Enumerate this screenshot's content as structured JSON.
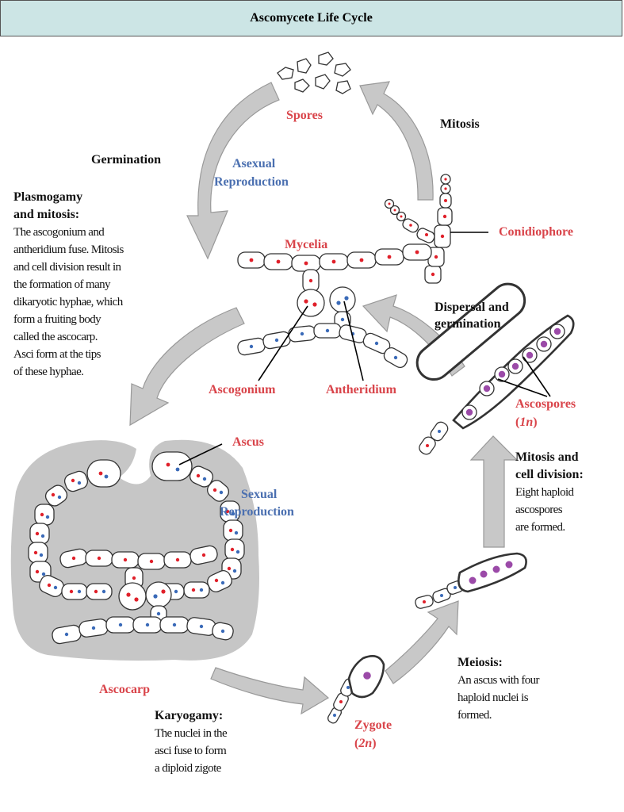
{
  "title": "Ascomycete Life Cycle",
  "labels": {
    "spores": "Spores",
    "mitosis": "Mitosis",
    "germination": "Germination",
    "asexual_1": "Asexual",
    "asexual_2": "Reproduction",
    "mycelia": "Mycelia",
    "conidiophore": "Conidiophore",
    "dispersal_1": "Dispersal and",
    "dispersal_2": "germination",
    "ascogonium": "Ascogonium",
    "antheridium": "Antheridium",
    "ascospores": "Ascospores",
    "ascospores_ploidy_open": "(",
    "ascospores_ploidy_n": "1n",
    "ascospores_ploidy_close": ")",
    "ascus": "Ascus",
    "sexual_1": "Sexual",
    "sexual_2": "Reproduction",
    "ascocarp": "Ascocarp",
    "zygote": "Zygote",
    "zygote_ploidy_open": "(",
    "zygote_ploidy_n": "2n",
    "zygote_ploidy_close": ")"
  },
  "texts": {
    "plasmogamy": {
      "heading_1": "Plasmogamy",
      "heading_2": "and mitosis:",
      "lines": [
        "The ascogonium and",
        "antheridium fuse. Mitosis",
        "and cell division result in",
        "the formation of many",
        "dikaryotic hyphae, which",
        "form a fruiting body",
        "called the ascocarp.",
        "Asci form at the tips",
        "of these hyphae."
      ]
    },
    "mitosis_division": {
      "heading_1": "Mitosis and",
      "heading_2": "cell division:",
      "lines": [
        "Eight haploid",
        "ascospores",
        "are formed."
      ]
    },
    "meiosis": {
      "heading": "Meiosis:",
      "lines": [
        "An ascus with four",
        "haploid nuclei is",
        "formed."
      ]
    },
    "karyogamy": {
      "heading": "Karyogamy:",
      "lines": [
        "The nuclei in the",
        "asci fuse to form",
        "a diploid zigote"
      ]
    }
  },
  "colors": {
    "title_bg": "#cce5e5",
    "arrow_fill": "#c8c8c8",
    "ascocarp_fill": "#c6c6c6",
    "red_nucleus": "#e0202a",
    "blue_nucleus": "#3a6ab8",
    "purple_nucleus": "#9b4aa8",
    "red_label": "#d9444a",
    "blue_label": "#4a6fb0"
  }
}
